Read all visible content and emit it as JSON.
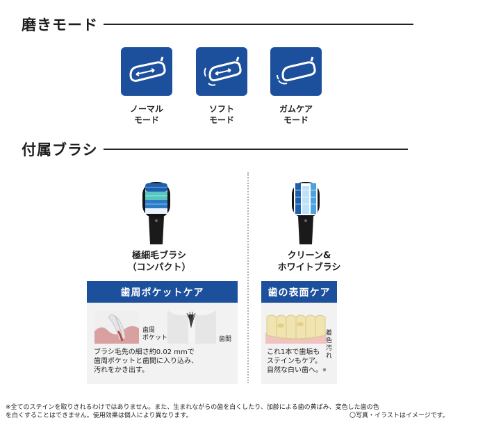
{
  "modes_section": {
    "title": "磨きモード",
    "modes": [
      {
        "label_line1": "ノーマル",
        "label_line2": "モード",
        "icon": "brush-arrows-icon"
      },
      {
        "label_line1": "ソフト",
        "label_line2": "モード",
        "icon": "brush-soft-arrows-icon"
      },
      {
        "label_line1": "ガムケア",
        "label_line2": "モード",
        "icon": "brush-gum-icon"
      }
    ]
  },
  "brushes_section": {
    "title": "付属ブラシ",
    "brushes": [
      {
        "name_line1": "極細毛ブラシ",
        "name_line2": "（コンパクト）",
        "care_label": "歯周ポケットケア",
        "tag_a_line1": "歯周",
        "tag_a_line2": "ポケット",
        "tag_b": "歯間",
        "desc_line1": "ブラシ毛先の細さ約0.02 mmで",
        "desc_line2": "歯周ポケットと歯間に入り込み、",
        "desc_line3": "汚れをかき出す。"
      },
      {
        "name_line1": "クリーン&",
        "name_line2": "ホワイトブラシ",
        "care_label": "歯の表面ケア",
        "tag_a_line1": "着色",
        "tag_a_line2": "汚れ",
        "desc_line1": "これ1本で歯垢も",
        "desc_line2": "ステインもケア。",
        "desc_line3": "自然な白い歯へ。",
        "desc_mark": "※"
      }
    ]
  },
  "footnote": {
    "line1": "※全てのステインを取りきれるわけではありません。また、生まれながらの歯を白くしたり、加齢による歯の黄ばみ、変色した歯の色",
    "line2": "を白くすることはできません。使用効果は個人により異なります。",
    "image_note": "〇写真・イラストはイメージです。"
  },
  "colors": {
    "accent_blue": "#1c4f9c",
    "panel_gray": "#f2f2f2"
  }
}
